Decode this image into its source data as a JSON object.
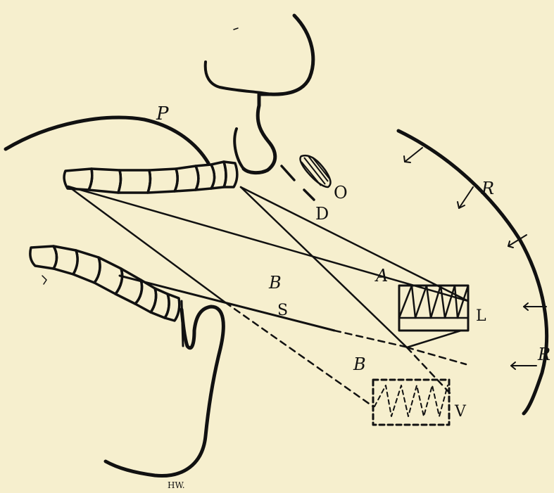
{
  "labels": {
    "P": "P",
    "O": "O",
    "D": "D",
    "R_upper": "R",
    "R_lower": "R",
    "A": "A",
    "B_upper": "B",
    "B_lower": "B",
    "S": "S",
    "L": "L",
    "V": "V",
    "signature": "HW."
  }
}
